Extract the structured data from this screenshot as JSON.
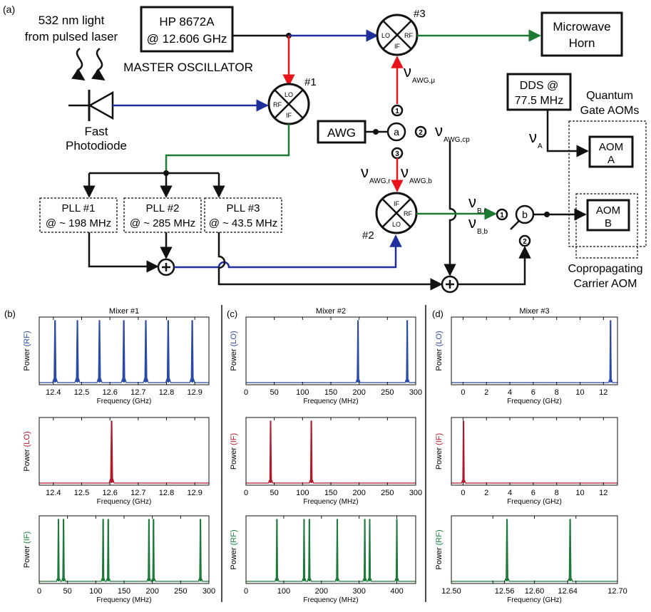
{
  "colors": {
    "blue": "#1f2f9c",
    "red": "#e8141c",
    "green": "#1e7a32",
    "black": "#111111",
    "spec_blue": "#2a4aa8",
    "spec_red": "#b2182b",
    "spec_green": "#1b7a3a"
  },
  "diagram": {
    "panel_label": "(a)",
    "laser_line1": "532 nm light",
    "laser_line2": "from pulsed laser",
    "hp_line1": "HP 8672A",
    "hp_line2": "@ 12.606 GHz",
    "master_label": "MASTER OSCILLATOR",
    "photodiode_line1": "Fast",
    "photodiode_line2": "Photodiode",
    "mixer1": {
      "num": "#1",
      "lo": "LO",
      "rf": "RF",
      "if": "IF"
    },
    "mixer2": {
      "num": "#2",
      "lo": "LO",
      "rf": "RF",
      "if": "IF"
    },
    "mixer3": {
      "num": "#3",
      "lo": "LO",
      "rf": "RF",
      "if": "IF"
    },
    "horn_line1": "Microwave",
    "horn_line2": "Horn",
    "dds_line1": "DDS @",
    "dds_line2": "77.5 MHz",
    "quantum_line1": "Quantum",
    "quantum_line2": "Gate AOMs",
    "awg_label": "AWG",
    "switch_a": "a",
    "switch_b": "b",
    "port1": "1",
    "port2": "2",
    "port3": "3",
    "nu": "ν",
    "sub_awg_mu": "AWG,μ",
    "sub_awg_cp": "AWG,cp",
    "sub_awg_r": "AWG,r",
    "sub_awg_b": "AWG,b",
    "sub_a": "A",
    "sub_br": "B,r",
    "sub_bb": "B,b",
    "aom_a_line1": "AOM",
    "aom_a_line2": "A",
    "aom_b_line1": "AOM",
    "aom_b_line2": "B",
    "copro_line1": "Copropagating",
    "copro_line2": "Carrier AOM",
    "pll1_line1": "PLL #1",
    "pll1_line2": "@ ~ 198 MHz",
    "pll2_line1": "PLL #2",
    "pll2_line2": "@ ~ 285 MHz",
    "pll3_line1": "PLL #3",
    "pll3_line2": "@ ~ 43.5 MHz",
    "sum_symbol": "+"
  },
  "chart_data": [
    {
      "panel": "(b)",
      "title": "Mixer #1",
      "type": "line",
      "ylabel_prefix": "Power",
      "ylabel_tag": "(RF)",
      "color": "blue",
      "xlabel": "Frequency (GHz)",
      "xlim": [
        12.35,
        12.95
      ],
      "xticks": [
        12.4,
        12.5,
        12.6,
        12.7,
        12.8,
        12.9
      ],
      "xtick_labels": [
        "12.4",
        "12.5",
        "12.6",
        "12.7",
        "12.8",
        "12.9"
      ],
      "peaks": [
        12.406,
        12.485,
        12.563,
        12.649,
        12.727,
        12.806,
        12.891
      ],
      "width": 0.004
    },
    {
      "panel": "",
      "title": "",
      "type": "line",
      "ylabel_prefix": "Power",
      "ylabel_tag": "(LO)",
      "color": "red",
      "xlabel": "Frequency (GHz)",
      "xlim": [
        12.35,
        12.95
      ],
      "xticks": [
        12.4,
        12.5,
        12.6,
        12.7,
        12.8,
        12.9
      ],
      "xtick_labels": [
        "12.4",
        "12.5",
        "12.6",
        "12.7",
        "12.8",
        "12.9"
      ],
      "peaks": [
        12.606
      ],
      "width": 0.004
    },
    {
      "panel": "",
      "title": "",
      "type": "line",
      "ylabel_prefix": "Power",
      "ylabel_tag": "(IF)",
      "color": "green",
      "xlabel": "Frequency (MHz)",
      "xlim": [
        0,
        300
      ],
      "xticks": [
        0,
        50,
        100,
        150,
        200,
        250,
        300
      ],
      "xtick_labels": [
        "0",
        "50",
        "100",
        "150",
        "200",
        "250",
        "300"
      ],
      "peaks": [
        34,
        43,
        113,
        122,
        194,
        202,
        285
      ],
      "width": 1.5
    },
    {
      "panel": "(c)",
      "title": "Mixer #2",
      "type": "line",
      "ylabel_prefix": "Power",
      "ylabel_tag": "(LO)",
      "color": "blue",
      "xlabel": "Frequency (MHz)",
      "xlim": [
        0,
        300
      ],
      "xticks": [
        0,
        50,
        100,
        150,
        200,
        250,
        300
      ],
      "xtick_labels": [
        "0",
        "50",
        "100",
        "150",
        "200",
        "250",
        "300"
      ],
      "peaks": [
        198,
        285
      ],
      "width": 1.6
    },
    {
      "panel": "",
      "title": "",
      "type": "line",
      "ylabel_prefix": "Power",
      "ylabel_tag": "(IF)",
      "color": "red",
      "xlabel": "Frequency (MHz)",
      "xlim": [
        0,
        300
      ],
      "xticks": [
        0,
        50,
        100,
        150,
        200,
        250,
        300
      ],
      "xtick_labels": [
        "0",
        "50",
        "100",
        "150",
        "200",
        "250",
        "300"
      ],
      "peaks": [
        43.5,
        115.5
      ],
      "width": 1.6
    },
    {
      "panel": "",
      "title": "",
      "type": "line",
      "ylabel_prefix": "Power",
      "ylabel_tag": "(RF)",
      "color": "green",
      "xlabel": "Frequency (MHz)",
      "xlim": [
        0,
        450
      ],
      "xticks": [
        0,
        100,
        200,
        300,
        400
      ],
      "xtick_labels": [
        "0",
        "100",
        "200",
        "300",
        "400"
      ],
      "peaks": [
        82,
        154,
        168,
        242,
        315,
        328,
        400
      ],
      "width": 2.2
    },
    {
      "panel": "(d)",
      "title": "Mixer #3",
      "type": "line",
      "ylabel_prefix": "Power",
      "ylabel_tag": "(LO)",
      "color": "blue",
      "xlabel": "Frequency (GHz)",
      "xlim": [
        -1,
        13.2
      ],
      "xticks": [
        0,
        2,
        4,
        6,
        8,
        10,
        12
      ],
      "xtick_labels": [
        "0",
        "2",
        "4",
        "6",
        "8",
        "10",
        "12"
      ],
      "peaks": [
        12.606
      ],
      "width": 0.07
    },
    {
      "panel": "",
      "title": "",
      "type": "line",
      "ylabel_prefix": "Power",
      "ylabel_tag": "(IF)",
      "color": "red",
      "xlabel": "Frequency (GHz)",
      "xlim": [
        -1,
        13.2
      ],
      "xticks": [
        0,
        2,
        4,
        6,
        8,
        10,
        12
      ],
      "xtick_labels": [
        "0",
        "2",
        "4",
        "6",
        "8",
        "10",
        "12"
      ],
      "peaks": [
        0.04
      ],
      "width": 0.07
    },
    {
      "panel": "",
      "title": "",
      "type": "line",
      "ylabel_prefix": "Power",
      "ylabel_tag": "(RF)",
      "color": "green",
      "xlabel": "Frequency (GHz)",
      "xlim": [
        12.5,
        12.7
      ],
      "xticks": [
        12.5,
        12.55,
        12.6,
        12.65,
        12.7
      ],
      "xtick_labels": [
        "12.50",
        "",
        "12.60",
        "",
        "12.70"
      ],
      "extra_ticks": [
        12.564,
        12.64
      ],
      "extra_tick_labels": [
        "12.56",
        "12.64"
      ],
      "peaks": [
        12.567,
        12.643
      ],
      "width": 0.0012
    }
  ]
}
